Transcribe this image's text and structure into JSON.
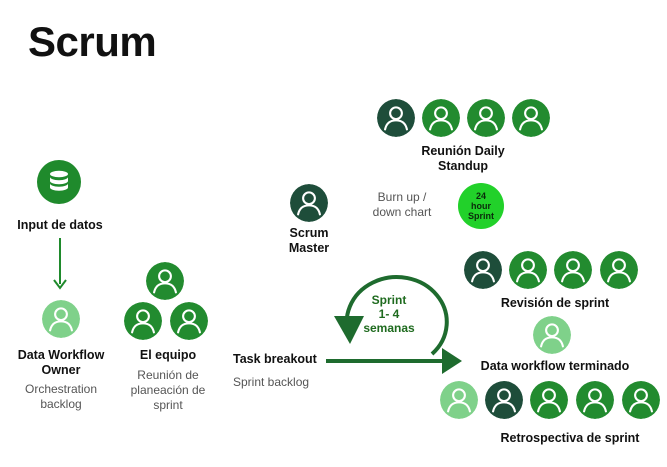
{
  "title": "Scrum",
  "input": {
    "label": "Input de datos"
  },
  "owner": {
    "title_line1": "Data Workflow",
    "title_line2": "Owner",
    "sub_line1": "Orchestration",
    "sub_line2": "backlog"
  },
  "team": {
    "title": "El equipo",
    "sub_line1": "Reunión de",
    "sub_line2": "planeación de",
    "sub_line3": "sprint"
  },
  "task": {
    "title": "Task breakout",
    "sub": "Sprint backlog"
  },
  "scrum_master": {
    "line1": "Scrum",
    "line2": "Master"
  },
  "burn": {
    "line1": "Burn up /",
    "line2": "down chart"
  },
  "daily": {
    "line1": "Reunión Daily",
    "line2": "Standup"
  },
  "badge": {
    "line1": "24",
    "line2": "hour",
    "line3": "Sprint"
  },
  "sprint": {
    "line1": "Sprint",
    "line2": "1- 4",
    "line3": "semanas"
  },
  "review": {
    "label": "Revisión de sprint"
  },
  "done": {
    "label": "Data workflow terminado"
  },
  "retro": {
    "label": "Retrospectiva de sprint"
  },
  "colors": {
    "dark": "#1e4d3a",
    "medium": "#228b2f",
    "light": "#7fd18a",
    "bright": "#22d12a",
    "arrow": "#1e6b2e"
  }
}
